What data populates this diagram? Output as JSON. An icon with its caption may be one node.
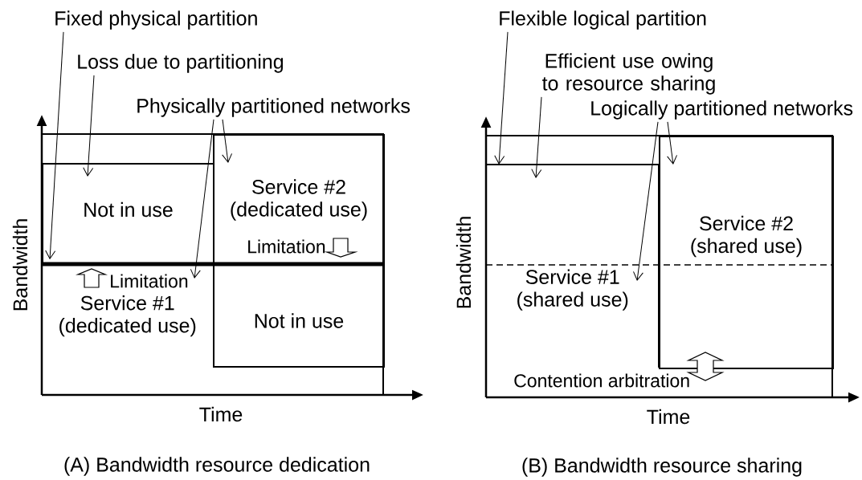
{
  "diagram": {
    "nodes": [
      {
        "text": [
          "Fixed physical partition"
        ]
      },
      {
        "text": [
          "Loss due to partitioning"
        ]
      },
      {
        "text": [
          "Physically partitioned networks"
        ]
      },
      {
        "text": [
          "Not in use"
        ]
      },
      {
        "text": [
          "Service #2 (dedicated use)"
        ]
      },
      {
        "text": [
          "Service #1 (dedicated use)"
        ]
      },
      {
        "text": [
          "Not in use"
        ]
      },
      {
        "text": [
          "Flexible logical partition"
        ]
      },
      {
        "text": [
          "Efficient use owing to resource sharing"
        ]
      },
      {
        "text": [
          "Logically partitioned networks"
        ]
      },
      {
        "text": [
          "Service #2 (shared use)"
        ]
      },
      {
        "text": [
          "Service #1 (shared use)"
        ]
      },
      {
        "text": [],
        "shape": "bar"
      }
    ],
    "edges": [
      {
        "from": 0,
        "to": 12,
        "arrow": "to"
      },
      {
        "from": 1,
        "to": 3,
        "arrow": "to"
      },
      {
        "from": 2,
        "to": 5,
        "arrow": "to"
      },
      {
        "from": 2,
        "to": 4,
        "arrow": "to"
      },
      {
        "from": 7,
        "to": 11,
        "arrow": "to"
      },
      {
        "from": 8,
        "to": 11,
        "arrow": "to"
      },
      {
        "from": 9,
        "to": 11,
        "arrow": "to"
      },
      {
        "from": 9,
        "to": 10,
        "arrow": "to"
      }
    ],
    "labels": [
      "Limitation",
      "Limitation",
      "Bandwidth",
      "Time",
      "(A) Bandwidth resource dedication",
      "Bandwidth",
      "Time",
      "Contention arbitration",
      "(B) Bandwidth resource sharing"
    ]
  }
}
